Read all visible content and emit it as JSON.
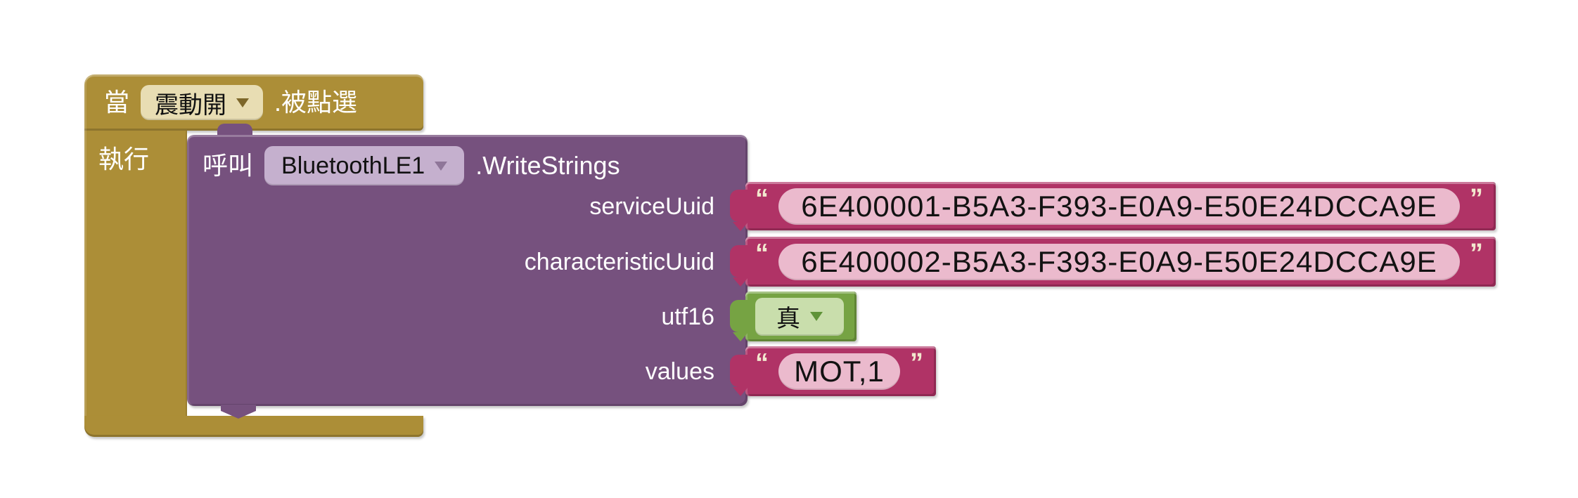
{
  "workspace": {
    "background": "#ffffff"
  },
  "colors": {
    "event_block": "#AC8E37",
    "event_dropdown_bg": "#E8DDB3",
    "call_block": "#76517E",
    "call_dropdown_bg": "#C5B0CE",
    "text_block": "#B03366",
    "text_field_bg": "#EBBACD",
    "logic_block": "#76A343",
    "logic_dropdown_bg": "#C9DEAC",
    "quote_color": "#F2E8CE"
  },
  "event_block": {
    "when_label": "當",
    "component_name": "震動開",
    "event_name": ".被點選",
    "do_label": "執行"
  },
  "call_block": {
    "call_label": "呼叫",
    "component_name": "BluetoothLE1",
    "method_name": ".WriteStrings",
    "open_quote": "“",
    "close_quote": "”",
    "params": [
      {
        "name": "serviceUuid",
        "type": "text",
        "value": "6E400001-B5A3-F393-E0A9-E50E24DCCA9E"
      },
      {
        "name": "characteristicUuid",
        "type": "text",
        "value": "6E400002-B5A3-F393-E0A9-E50E24DCCA9E"
      },
      {
        "name": "utf16",
        "type": "logic",
        "value": "真"
      },
      {
        "name": "values",
        "type": "text",
        "value": "MOT,1"
      }
    ]
  },
  "icons": {
    "dropdown_arrow": "▾",
    "value_plug": "puzzle-tab"
  }
}
